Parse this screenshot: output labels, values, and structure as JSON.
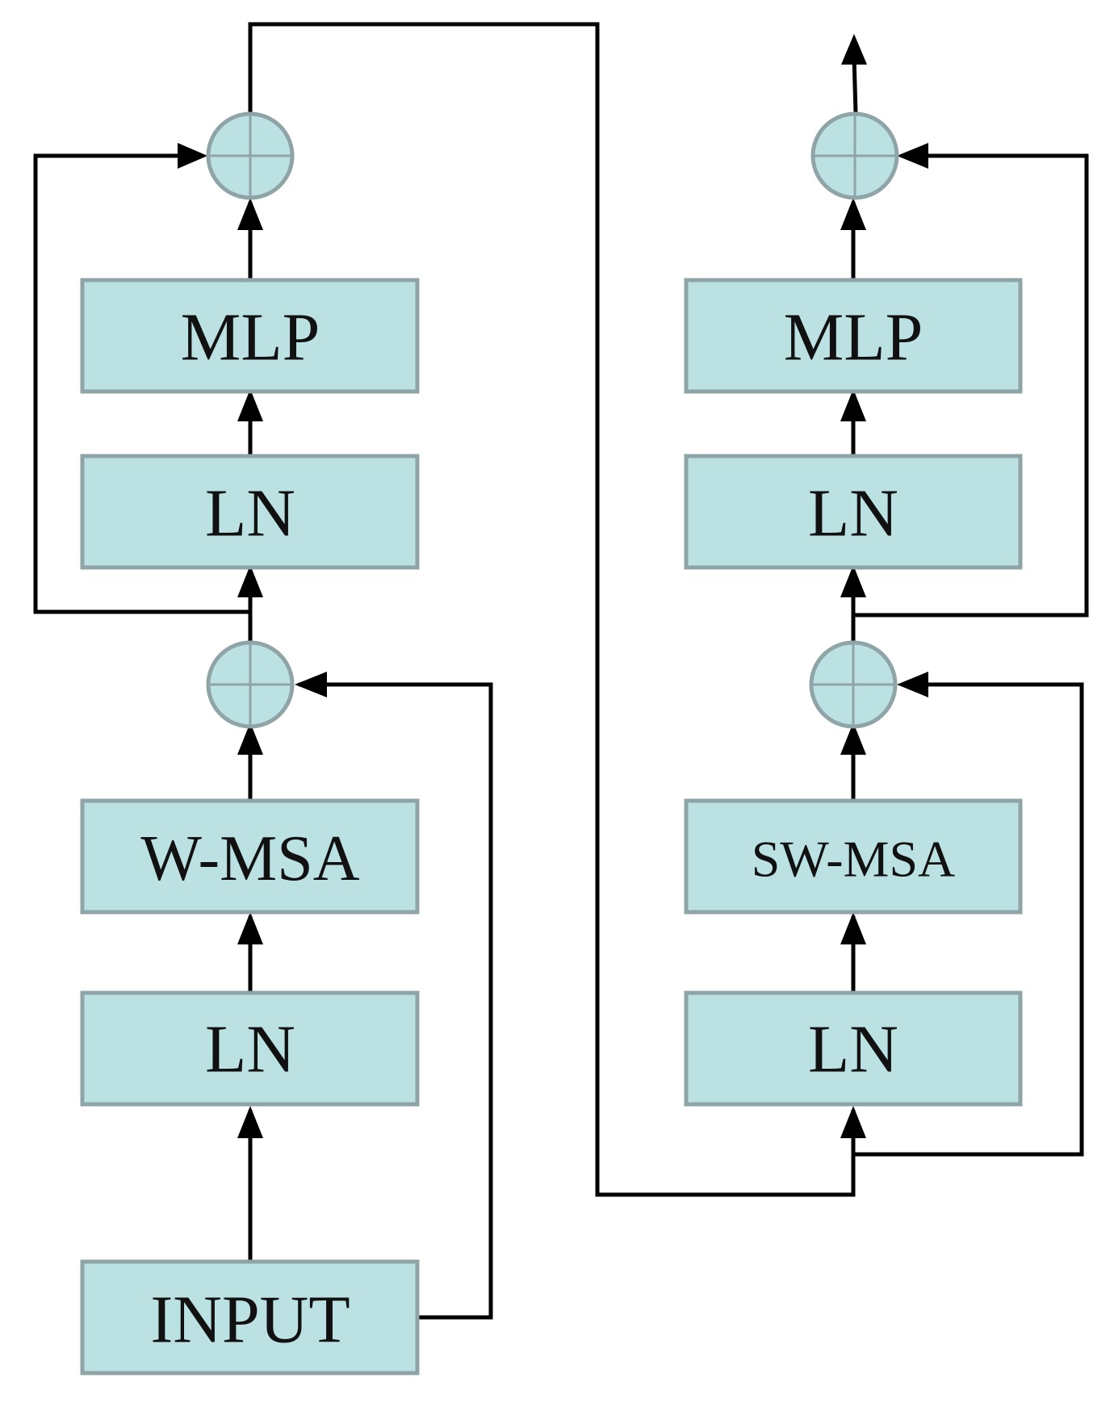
{
  "colors": {
    "block_fill": "#bce1e3",
    "block_stroke": "#8ea4a6",
    "wire": "#000000"
  },
  "left_column": {
    "input_label": "INPUT",
    "ln_bottom_label": "LN",
    "wmsa_label": "W-MSA",
    "ln_top_label": "LN",
    "mlp_label": "MLP"
  },
  "right_column": {
    "ln_bottom_label": "LN",
    "swmsa_label": "SW-MSA",
    "ln_top_label": "LN",
    "mlp_label": "MLP"
  },
  "adder_icon": "circle-plus-icon"
}
